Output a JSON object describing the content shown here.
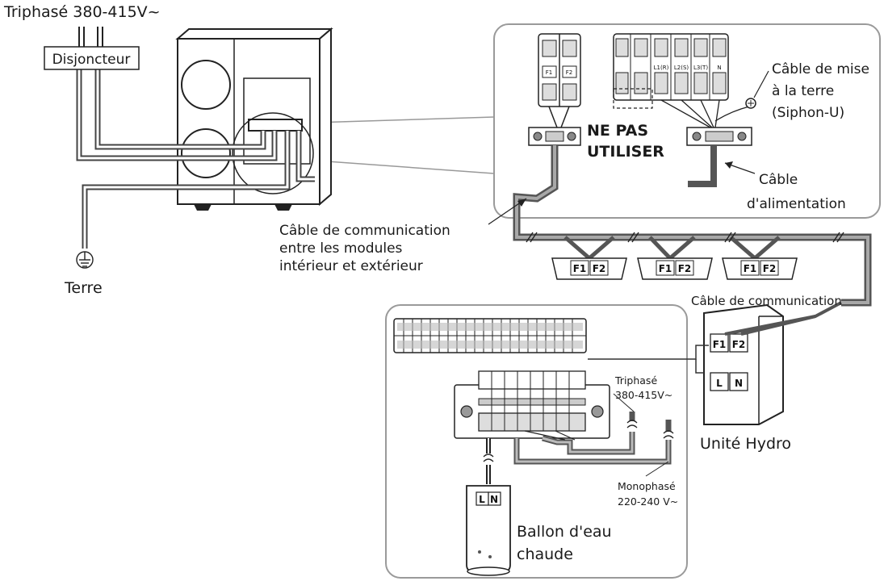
{
  "labels": {
    "supply_3ph": "Triphasé 380-415V~",
    "breaker": "Disjoncteur",
    "earth": "Terre",
    "comm_cable_in_out": [
      "Câble de communication",
      "entre les modules",
      "intérieur et extérieur"
    ],
    "do_not_use": [
      "NE PAS",
      "UTILISER"
    ],
    "earth_cable": [
      "Câble de mise",
      "à la terre",
      "(Siphon-U)"
    ],
    "power_cable": [
      "Câble",
      "d'alimentation"
    ],
    "comm_cable": "Câble de communication",
    "hydro_unit": "Unité Hydro",
    "hot_water_tank": [
      "Ballon d'eau",
      "chaude"
    ],
    "tank_supply_3ph": [
      "Triphasé",
      "380-415V~"
    ],
    "tank_supply_1ph": [
      "Monophasé",
      "220-240 V~"
    ]
  },
  "terminals": {
    "f1": "F1",
    "f2": "F2",
    "l": "L",
    "n": "N",
    "outdoor_power_terms": [
      "L1(R)",
      "L2(S)",
      "L3(T)",
      "N"
    ]
  }
}
